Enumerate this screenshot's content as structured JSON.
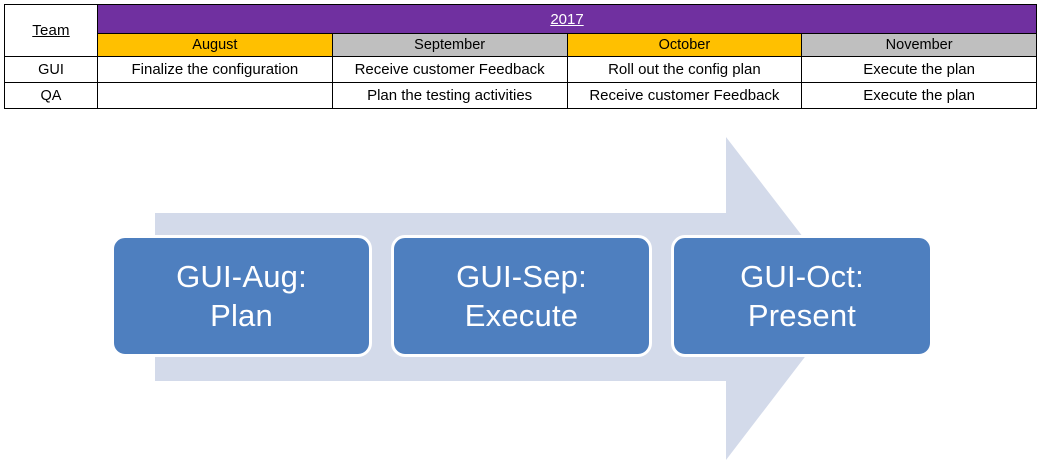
{
  "table": {
    "team_header": "Team",
    "year_header": "2017",
    "months": [
      {
        "label": "August",
        "color": "#FFC000",
        "style": "bg-orange"
      },
      {
        "label": "September",
        "color": "#BFBFBF",
        "style": "bg-gray"
      },
      {
        "label": "October",
        "color": "#FFC000",
        "style": "bg-orange"
      },
      {
        "label": "November",
        "color": "#BFBFBF",
        "style": "bg-gray"
      }
    ],
    "rows": [
      {
        "team": "GUI",
        "cells": [
          "Finalize the configuration",
          "Receive customer  Feedback",
          "Roll out the config plan",
          "Execute the plan"
        ]
      },
      {
        "team": "QA",
        "cells": [
          "",
          "Plan the testing activities",
          "Receive customer  Feedback",
          "Execute the plan"
        ]
      }
    ]
  },
  "process": {
    "arrow_name": "right-arrow",
    "arrow_color": "#D3DAEA",
    "box_color": "#4E7FBF",
    "box_border_color": "#FFFFFF",
    "box_text_color": "#FFFFFF",
    "stages": [
      {
        "line1": "GUI-Aug:",
        "line2": "Plan"
      },
      {
        "line1": "GUI-Sep:",
        "line2": "Execute"
      },
      {
        "line1": "GUI-Oct:",
        "line2": "Present"
      }
    ]
  }
}
